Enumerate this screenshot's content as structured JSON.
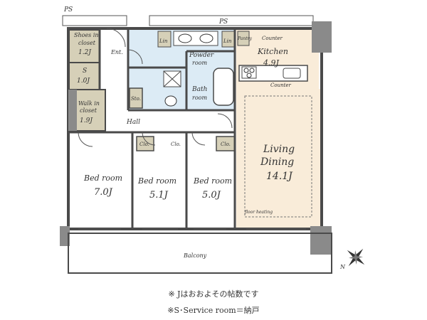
{
  "plan": {
    "wall_color": "#4a4a4a",
    "room_fill": "#ffffff",
    "wet_area_fill": "#dcebf5",
    "living_fill": "#f9ecd9",
    "storage_fill": "#d6d0b8",
    "labels": {
      "ps_left": "PS",
      "ps_right": "PS",
      "shoes_closet_1": "Shoes in",
      "shoes_closet_2": "closet",
      "shoes_closet_size": "1.2J",
      "service_room": "S",
      "service_room_size": "1.0J",
      "walkin_1": "Walk in",
      "walkin_2": "closet",
      "walkin_size": "1.9J",
      "entrance": "Ent.",
      "linen_left": "Lin",
      "linen_right": "Lin",
      "powder_1": "Powder",
      "powder_2": "room",
      "bath_1": "Bath",
      "bath_2": "room",
      "storage": "Sto.",
      "hall": "Hall",
      "pantry": "Pantry",
      "counter_top": "Counter",
      "counter_bottom": "Counter",
      "kitchen": "Kitchen",
      "kitchen_size": "4.9J",
      "living_1": "Living",
      "living_2": "Dining",
      "living_size": "14.1J",
      "floor_heating": "floor heating",
      "closet_1": "Clo.",
      "closet_2": "Clo.",
      "closet_3": "Clo.",
      "bed1": "Bed room",
      "bed1_size": "7.0J",
      "bed2": "Bed room",
      "bed2_size": "5.1J",
      "bed3": "Bed room",
      "bed3_size": "5.0J",
      "balcony": "Balcony",
      "compass_north": "N"
    }
  },
  "notes": {
    "line1": "※ Jはおおよその帖数です",
    "line2": "※S･Service room＝納戸"
  }
}
